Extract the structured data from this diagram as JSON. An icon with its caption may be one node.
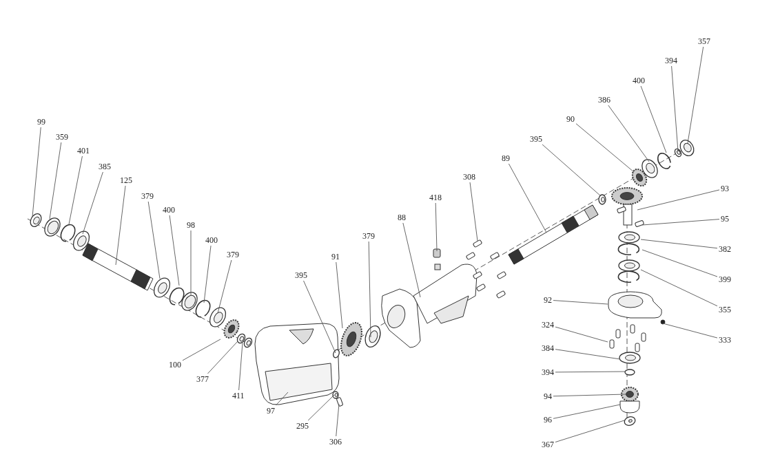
{
  "diagram": {
    "nodes": [
      {
        "text": [
          "99"
        ]
      },
      {
        "text": [
          "359"
        ]
      },
      {
        "text": [
          "401"
        ]
      },
      {
        "text": [
          "385"
        ]
      },
      {
        "text": [
          "125"
        ]
      },
      {
        "text": [
          "379"
        ]
      },
      {
        "text": [
          "400"
        ]
      },
      {
        "text": [
          "98"
        ]
      },
      {
        "text": [
          "400"
        ]
      },
      {
        "text": [
          "379"
        ]
      },
      {
        "text": [
          "100"
        ]
      },
      {
        "text": [
          "377"
        ]
      },
      {
        "text": [
          "411"
        ]
      },
      {
        "text": [
          "97"
        ]
      },
      {
        "text": [
          "395"
        ]
      },
      {
        "text": [
          "91"
        ]
      },
      {
        "text": [
          "379"
        ]
      },
      {
        "text": [
          "88"
        ]
      },
      {
        "text": [
          "418"
        ]
      },
      {
        "text": [
          "308"
        ]
      },
      {
        "text": [
          "295"
        ]
      },
      {
        "text": [
          "306"
        ]
      },
      {
        "text": [
          "89"
        ]
      },
      {
        "text": [
          "395"
        ]
      },
      {
        "text": [
          "90"
        ]
      },
      {
        "text": [
          "386"
        ]
      },
      {
        "text": [
          "400"
        ]
      },
      {
        "text": [
          "394"
        ]
      },
      {
        "text": [
          "357"
        ]
      },
      {
        "text": [
          "93"
        ]
      },
      {
        "text": [
          "95"
        ]
      },
      {
        "text": [
          "382"
        ]
      },
      {
        "text": [
          "399"
        ]
      },
      {
        "text": [
          "355"
        ]
      },
      {
        "text": [
          "92"
        ]
      },
      {
        "text": [
          "333"
        ]
      },
      {
        "text": [
          "324"
        ]
      },
      {
        "text": [
          "384"
        ]
      },
      {
        "text": [
          "394"
        ]
      },
      {
        "text": [
          "94"
        ]
      },
      {
        "text": [
          "96"
        ]
      },
      {
        "text": [
          "367"
        ]
      }
    ],
    "edges": [
      {
        "from": 0,
        "to": null,
        "arrow": "none"
      },
      {
        "from": 1,
        "to": null,
        "arrow": "none"
      },
      {
        "from": 2,
        "to": null,
        "arrow": "none"
      },
      {
        "from": 3,
        "to": null,
        "arrow": "none"
      },
      {
        "from": 4,
        "to": null,
        "arrow": "none"
      },
      {
        "from": 5,
        "to": null,
        "arrow": "none"
      },
      {
        "from": 6,
        "to": null,
        "arrow": "none"
      },
      {
        "from": 7,
        "to": null,
        "arrow": "none"
      },
      {
        "from": 8,
        "to": null,
        "arrow": "none"
      },
      {
        "from": 9,
        "to": null,
        "arrow": "none"
      },
      {
        "from": 10,
        "to": null,
        "arrow": "none"
      },
      {
        "from": 11,
        "to": null,
        "arrow": "none"
      },
      {
        "from": 12,
        "to": null,
        "arrow": "none"
      },
      {
        "from": 13,
        "to": null,
        "arrow": "none"
      },
      {
        "from": 14,
        "to": null,
        "arrow": "none"
      },
      {
        "from": 15,
        "to": null,
        "arrow": "none"
      },
      {
        "from": 16,
        "to": null,
        "arrow": "none"
      },
      {
        "from": 17,
        "to": null,
        "arrow": "none"
      },
      {
        "from": 18,
        "to": null,
        "arrow": "none"
      },
      {
        "from": 19,
        "to": null,
        "arrow": "none"
      },
      {
        "from": 20,
        "to": null,
        "arrow": "none"
      },
      {
        "from": 21,
        "to": null,
        "arrow": "none"
      },
      {
        "from": 22,
        "to": null,
        "arrow": "none"
      },
      {
        "from": 23,
        "to": null,
        "arrow": "none"
      },
      {
        "from": 24,
        "to": null,
        "arrow": "none"
      },
      {
        "from": 25,
        "to": null,
        "arrow": "none"
      },
      {
        "from": 26,
        "to": null,
        "arrow": "none"
      },
      {
        "from": 27,
        "to": null,
        "arrow": "none"
      },
      {
        "from": 28,
        "to": null,
        "arrow": "none"
      },
      {
        "from": 29,
        "to": null,
        "arrow": "none"
      },
      {
        "from": 30,
        "to": null,
        "arrow": "none"
      },
      {
        "from": 31,
        "to": null,
        "arrow": "none"
      },
      {
        "from": 32,
        "to": null,
        "arrow": "none"
      },
      {
        "from": 33,
        "to": null,
        "arrow": "none"
      },
      {
        "from": 34,
        "to": null,
        "arrow": "none"
      },
      {
        "from": 35,
        "to": null,
        "arrow": "none"
      },
      {
        "from": 36,
        "to": null,
        "arrow": "none"
      },
      {
        "from": 37,
        "to": null,
        "arrow": "none"
      },
      {
        "from": 38,
        "to": null,
        "arrow": "none"
      },
      {
        "from": 39,
        "to": null,
        "arrow": "none"
      },
      {
        "from": 40,
        "to": null,
        "arrow": "none"
      },
      {
        "from": 41,
        "to": null,
        "arrow": "none"
      }
    ]
  }
}
